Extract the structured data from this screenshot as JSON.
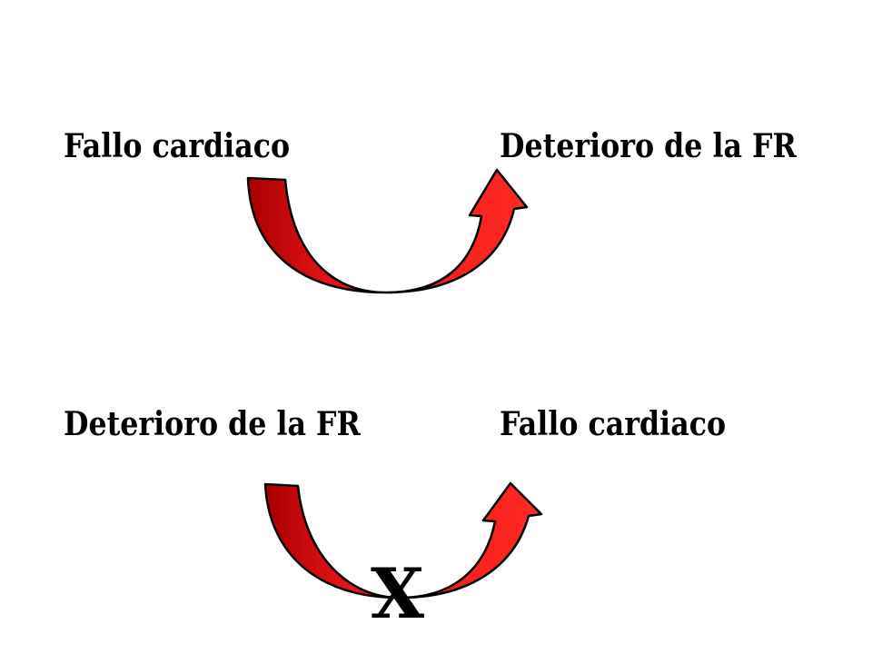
{
  "diagram": {
    "top_row": {
      "left_label": "Fallo cardiaco",
      "right_label": "Deterioro de la FR"
    },
    "bottom_row": {
      "left_label": "Deterioro de la FR",
      "right_label": "Fallo cardiaco",
      "blocked_mark": "X"
    },
    "colors": {
      "arrow_fill": "#e8141b",
      "arrow_dark": "#b00000",
      "arrow_outline": "#000000",
      "text": "#000000",
      "background": "#ffffff"
    }
  }
}
